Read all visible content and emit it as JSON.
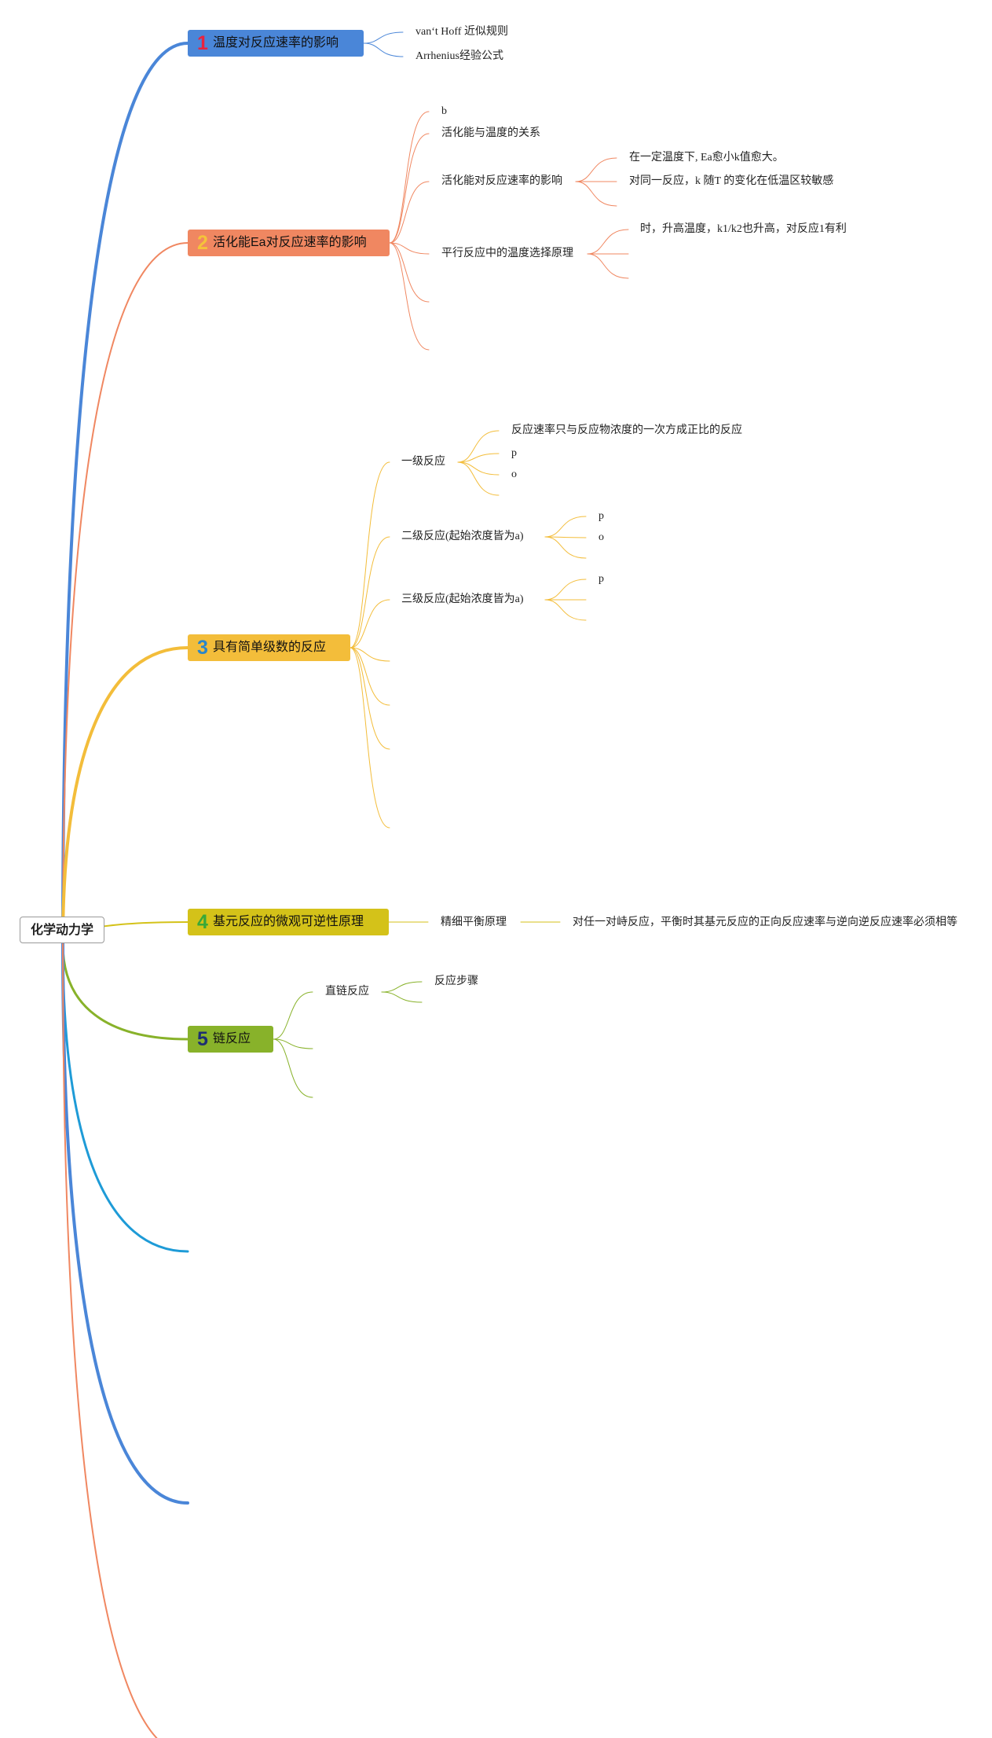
{
  "colors": {
    "blue": "#4a86d8",
    "orange": "#f08761",
    "yellow": "#f3bd3a",
    "olive": "#d4c219",
    "green": "#88b22a",
    "cyan": "#1e9bd7",
    "num1": "#e8233f",
    "num2": "#f5c23a",
    "num3": "#2a86c9",
    "num4": "#38a838",
    "num5": "#1d2f72"
  },
  "root": {
    "label": "化学动力学"
  },
  "branches": [
    {
      "num": "1",
      "label": "温度对反应速率的影响",
      "children": [
        "van‘t Hoff 近似规则",
        "Arrhenius经验公式"
      ]
    },
    {
      "num": "2",
      "label": "活化能Ea对反应速率的影响",
      "children": [
        {
          "label": "b"
        },
        {
          "label": "活化能与温度的关系"
        },
        {
          "label": "活化能对反应速率的影响",
          "children": [
            "在一定温度下, Ea愈小k值愈大。",
            "对同一反应，k 随T 的变化在低温区较敏感"
          ]
        },
        {
          "label": "平行反应中的温度选择原理",
          "children": [
            "时，升高温度，k1/k2也升高，对反应1有利"
          ]
        }
      ]
    },
    {
      "num": "3",
      "label": "具有简单级数的反应",
      "children": [
        {
          "label": "一级反应",
          "children": [
            "反应速率只与反应物浓度的一次方成正比的反应",
            "p",
            "o"
          ]
        },
        {
          "label": "二级反应(起始浓度皆为a)",
          "children": [
            "p",
            "o"
          ]
        },
        {
          "label": "三级反应(起始浓度皆为a)",
          "children": [
            "p"
          ]
        }
      ]
    },
    {
      "num": "4",
      "label": "基元反应的微观可逆性原理",
      "children": [
        {
          "label": "精细平衡原理",
          "children": [
            "对任一对峙反应，平衡时其基元反应的正向反应速率与逆向逆反应速率必须相等"
          ]
        }
      ]
    },
    {
      "num": "5",
      "label": "链反应",
      "children": [
        {
          "label": "直链反应",
          "children": [
            "反应步骤"
          ]
        }
      ]
    }
  ]
}
